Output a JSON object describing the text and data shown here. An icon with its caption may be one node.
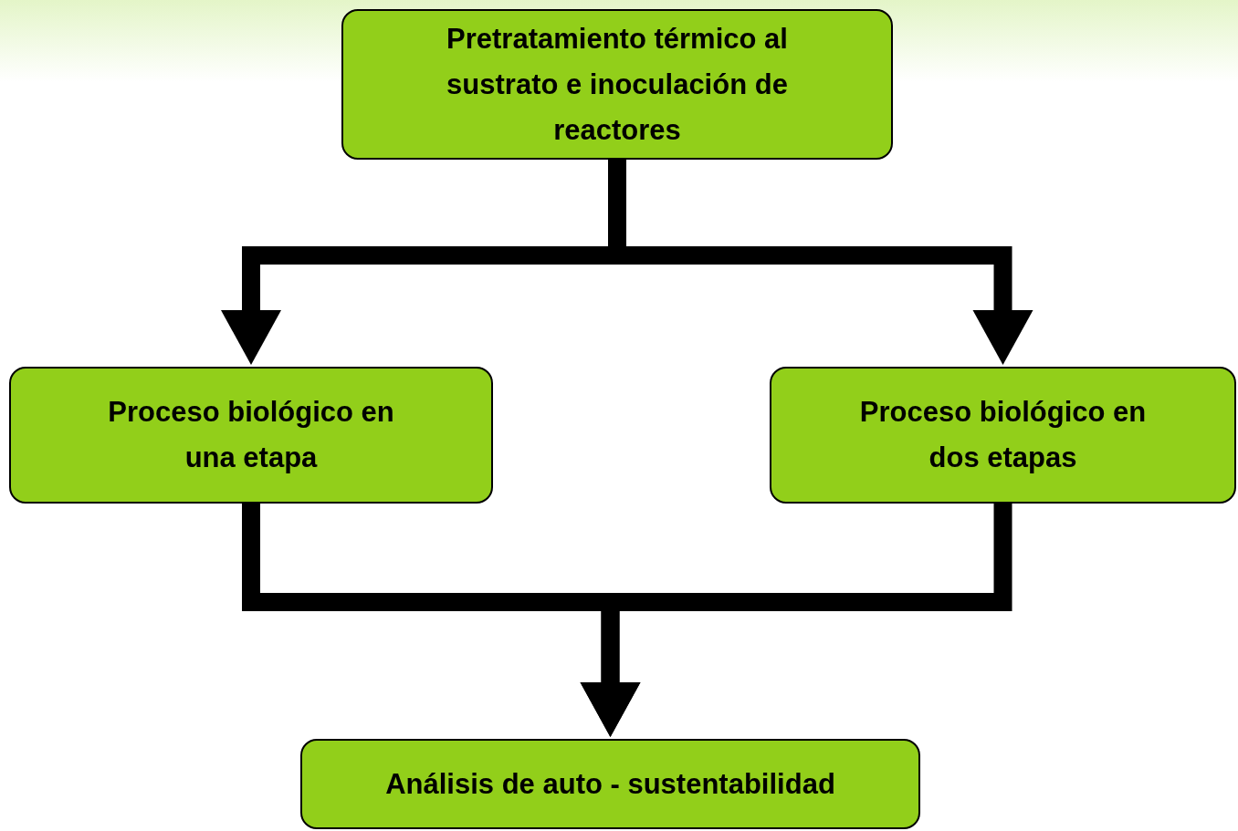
{
  "diagram": {
    "nodes": [
      {
        "text": [
          "Pretratamiento térmico al sustrato e inoculación de reactores"
        ]
      },
      {
        "text": [
          "Proceso biológico en una etapa"
        ]
      },
      {
        "text": [
          "Proceso biológico en dos etapas"
        ]
      },
      {
        "text": [
          "Análisis de auto - sustentabilidad"
        ]
      }
    ],
    "edges": [
      {
        "from": 0,
        "to": 1,
        "arrow": "to"
      },
      {
        "from": 0,
        "to": 2,
        "arrow": "to"
      },
      {
        "from": 1,
        "to": 3,
        "arrow": "to"
      },
      {
        "from": 2,
        "to": 3,
        "arrow": "to"
      }
    ]
  }
}
